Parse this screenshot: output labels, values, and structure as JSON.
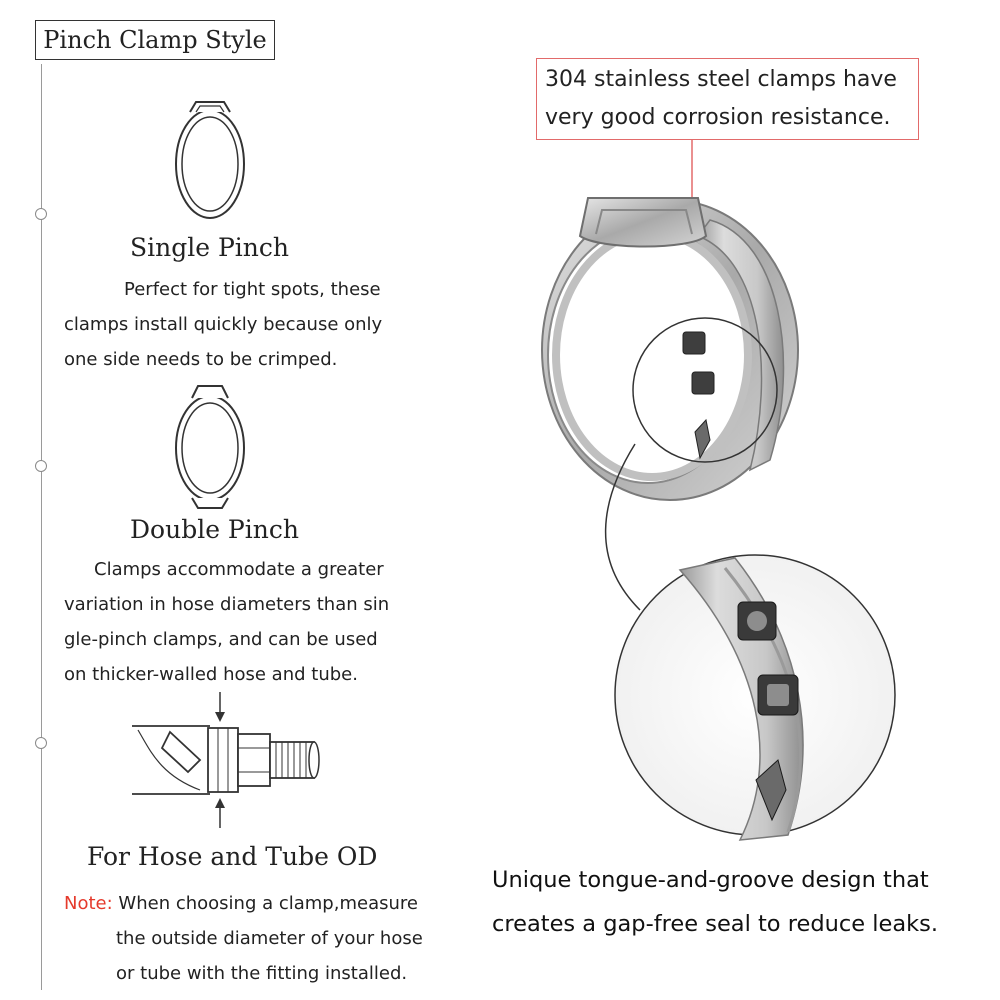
{
  "title": "Pinch Clamp Style",
  "single": {
    "heading": "Single Pinch",
    "lines": [
      "Perfect for tight spots, these",
      "clamps install quickly because only",
      "one side needs to be crimped."
    ]
  },
  "double": {
    "heading": "Double Pinch",
    "lines": [
      "Clamps accommodate a greater",
      "variation in hose diameters than sin",
      "gle-pinch clamps, and can be used",
      "on thicker-walled hose and tube."
    ]
  },
  "hose": {
    "heading": "For Hose and Tube OD",
    "note_label": "Note:",
    "note_lines": [
      "When choosing a clamp,measure",
      "the outside diameter of your hose",
      "or tube with the fitting installed."
    ]
  },
  "callout": {
    "lines": [
      "304 stainless steel clamps have",
      "very good corrosion resistance."
    ]
  },
  "bottom_caption": {
    "lines": [
      "Unique tongue-and-groove design that",
      "creates a gap-free seal to reduce leaks."
    ]
  },
  "colors": {
    "note_red": "#e53a2c",
    "callout_border": "#e26a6a",
    "steel": "#b9b9b9"
  }
}
